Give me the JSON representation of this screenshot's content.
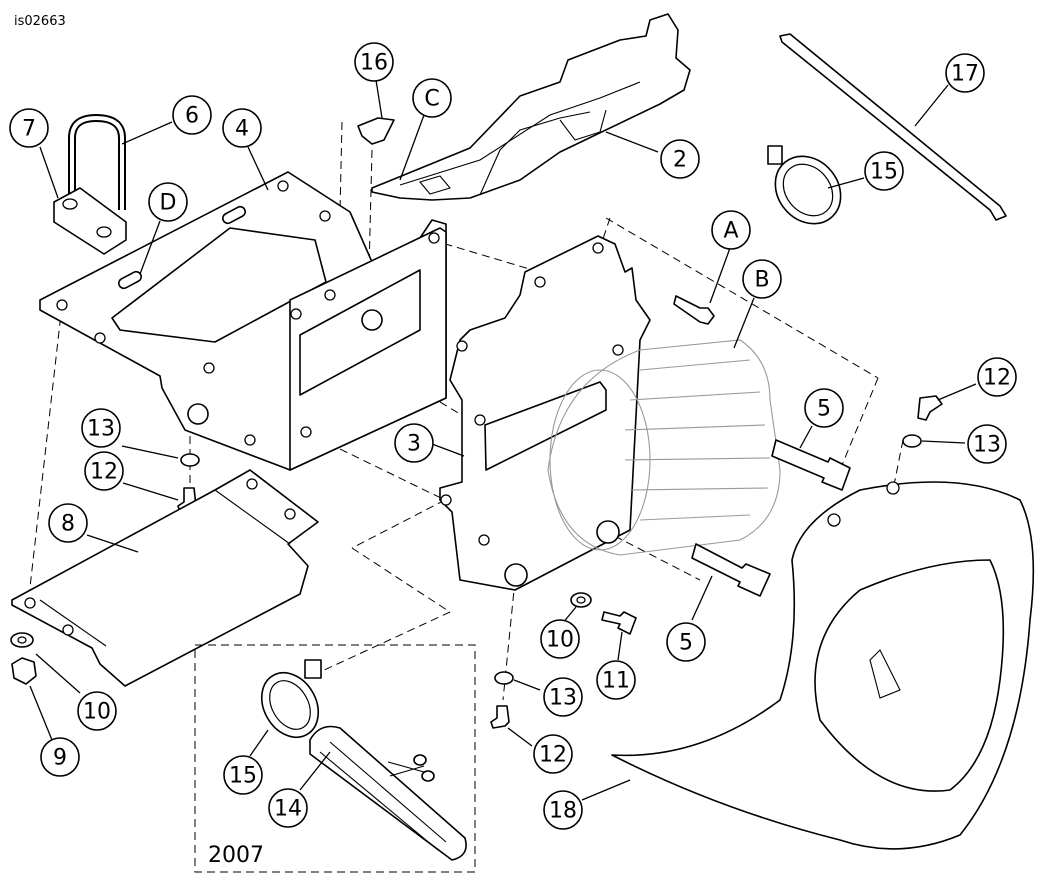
{
  "figure_ref": "is02663",
  "inset": {
    "year": "2007"
  },
  "callouts": [
    {
      "id": "c16",
      "label": "16"
    },
    {
      "id": "cC",
      "label": "C"
    },
    {
      "id": "c17",
      "label": "17"
    },
    {
      "id": "c7",
      "label": "7"
    },
    {
      "id": "c6",
      "label": "6"
    },
    {
      "id": "c4",
      "label": "4"
    },
    {
      "id": "c2",
      "label": "2"
    },
    {
      "id": "c15a",
      "label": "15"
    },
    {
      "id": "cD",
      "label": "D"
    },
    {
      "id": "cA",
      "label": "A"
    },
    {
      "id": "cB",
      "label": "B"
    },
    {
      "id": "c12a",
      "label": "12"
    },
    {
      "id": "c5a",
      "label": "5"
    },
    {
      "id": "c13a",
      "label": "13"
    },
    {
      "id": "c13b",
      "label": "13"
    },
    {
      "id": "c3",
      "label": "3"
    },
    {
      "id": "c12b",
      "label": "12"
    },
    {
      "id": "c8",
      "label": "8"
    },
    {
      "id": "c10a",
      "label": "10"
    },
    {
      "id": "c5b",
      "label": "5"
    },
    {
      "id": "c11",
      "label": "11"
    },
    {
      "id": "c13c",
      "label": "13"
    },
    {
      "id": "c10b",
      "label": "10"
    },
    {
      "id": "c9",
      "label": "9"
    },
    {
      "id": "c12c",
      "label": "12"
    },
    {
      "id": "c15b",
      "label": "15"
    },
    {
      "id": "c14",
      "label": "14"
    },
    {
      "id": "c18",
      "label": "18"
    }
  ]
}
